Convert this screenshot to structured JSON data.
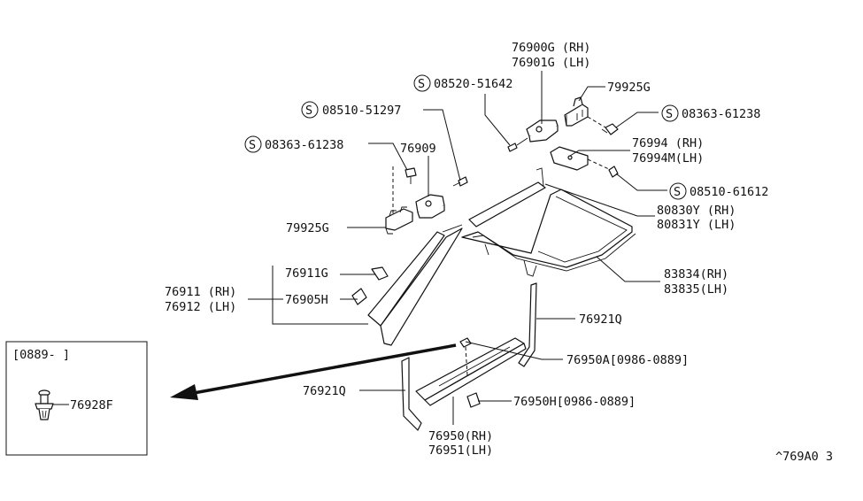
{
  "parts": {
    "p76900G": "76900G (RH)",
    "p76901G": "76901G (LH)",
    "p08520": "08520-51642",
    "p79925G_top": "79925G",
    "p08363_right": "08363-61238",
    "p08510_top": "08510-51297",
    "p08363_left": "08363-61238",
    "p76909": "76909",
    "p76994": "76994 (RH)",
    "p76994M": "76994M(LH)",
    "p08510_right": "08510-61612",
    "p80830Y": "80830Y (RH)",
    "p80831Y": "80831Y (LH)",
    "p79925G_left": "79925G",
    "p83834": "83834(RH)",
    "p83835": "83835(LH)",
    "p76911G": "76911G",
    "p76911": "76911 (RH)",
    "p76912": "76912 (LH)",
    "p76905H": "76905H",
    "p76921Q_right": "76921Q",
    "p76950A": "76950A[0986-0889]",
    "p76921Q_left": "76921Q",
    "p76950H": "76950H[0986-0889]",
    "p76950": "76950(RH)",
    "p76951": "76951(LH)"
  },
  "inset": {
    "date_range": "[0889-   ]",
    "part": "76928F"
  },
  "screw_symbol": "S",
  "diagram_code": "^769A0 3"
}
